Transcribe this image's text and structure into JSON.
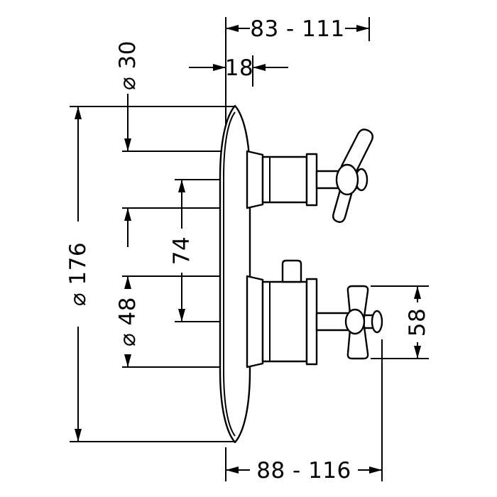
{
  "drawing": {
    "background": "#ffffff",
    "line_color": "#000000",
    "dims": {
      "top_range": "83 - 111",
      "depth": "18",
      "dia_plate": "⌀ 176",
      "dia_top_hub": "⌀ 30",
      "axis_spacing": "74",
      "dia_bottom_hub": "⌀ 48",
      "handle_height": "58",
      "bottom_range": "88 - 116"
    }
  }
}
